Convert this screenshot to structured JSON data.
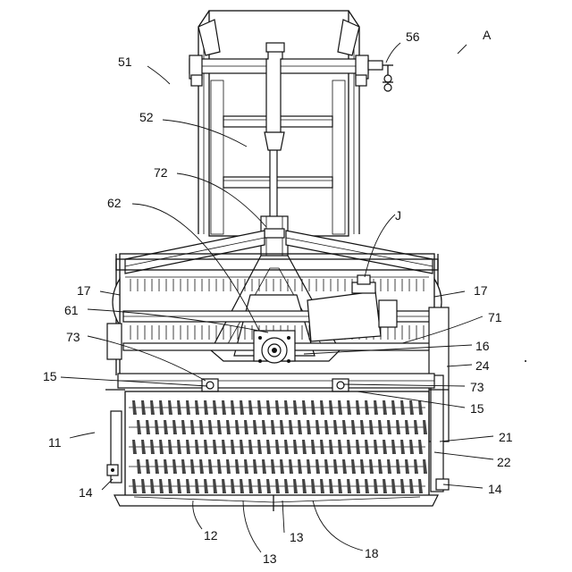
{
  "figure_label": "A",
  "reference_numerals": {
    "r56": "56",
    "r51": "51",
    "r52": "52",
    "r72": "72",
    "r62": "62",
    "rJ": "J",
    "r17_left": "17",
    "r17_right": "17",
    "r61": "61",
    "r71": "71",
    "r73_left": "73",
    "r16": "16",
    "r24": "24",
    "r15_left": "15",
    "r73_right": "73",
    "r15_right": "15",
    "r11": "11",
    "r21": "21",
    "r22": "22",
    "r14_left": "14",
    "r14_right": "14",
    "r12": "12",
    "r13_mid": "13",
    "r13_bottom": "13",
    "r18": "18"
  }
}
